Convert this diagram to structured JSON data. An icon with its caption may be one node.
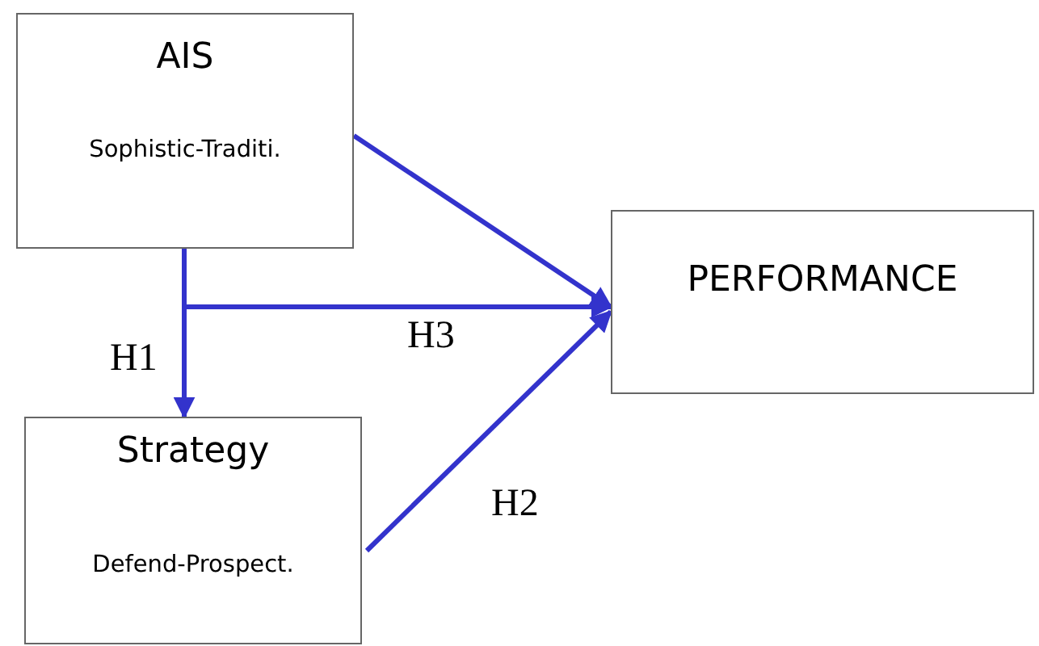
{
  "diagram": {
    "nodes": [
      {
        "text": [
          "AIS",
          "Sophistic-Traditi."
        ]
      },
      {
        "text": [
          "Strategy",
          "Defend-Prospect."
        ]
      },
      {
        "text": [
          "PERFORMANCE"
        ]
      }
    ],
    "edges": [
      {
        "from": 0,
        "to": 1,
        "arrow": "to",
        "label": "H1"
      },
      {
        "from": 0,
        "to": 2,
        "arrow": "to"
      },
      {
        "from": 0,
        "to": 2,
        "arrow": "to",
        "label": "H3"
      },
      {
        "from": 1,
        "to": 2,
        "arrow": "to",
        "label": "H2"
      }
    ]
  }
}
